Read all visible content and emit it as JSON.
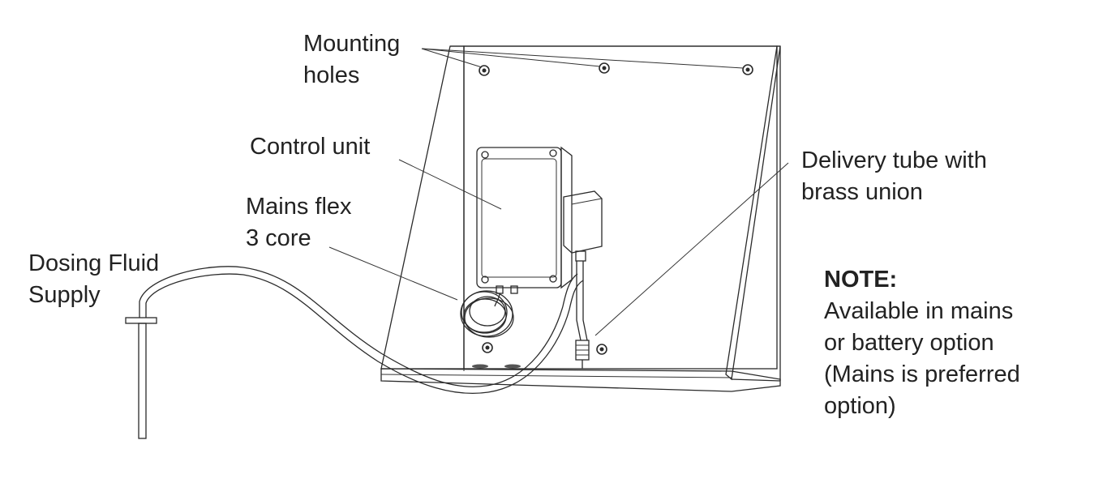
{
  "labels": {
    "mounting_holes": [
      "Mounting",
      "holes"
    ],
    "control_unit": [
      "Control unit"
    ],
    "mains_flex": [
      "Mains flex",
      "3 core"
    ],
    "delivery_tube": [
      "Delivery tube with",
      "brass union"
    ],
    "dosing_fluid": [
      "Dosing Fluid",
      "Supply"
    ]
  },
  "note": {
    "title": "NOTE:",
    "lines": [
      "Available in mains",
      "or battery option",
      "(Mains is preferred",
      "option)"
    ]
  }
}
